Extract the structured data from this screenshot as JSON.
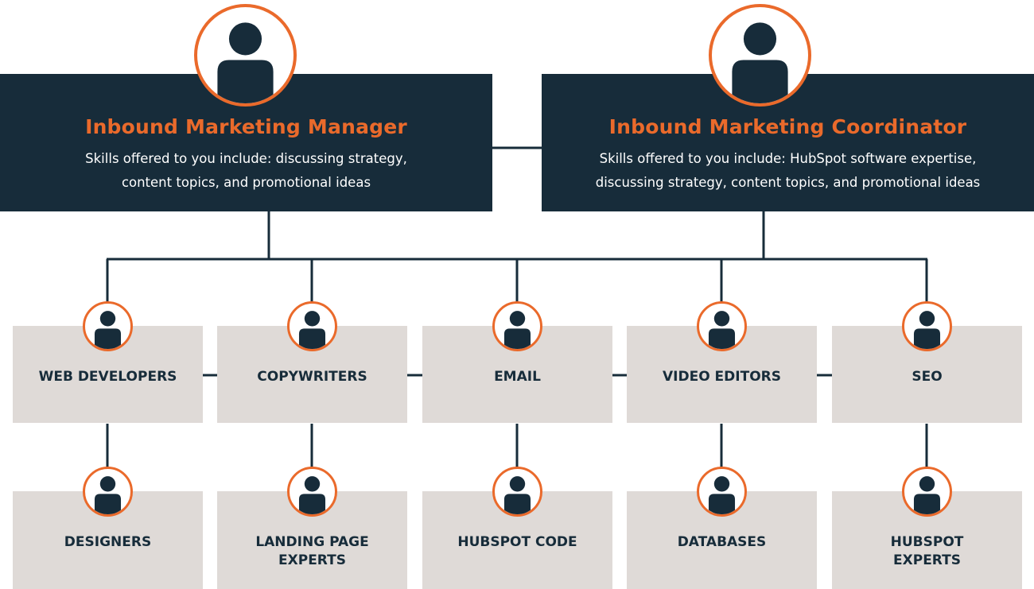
{
  "colors": {
    "navy": "#172c3a",
    "orange": "#ea6a2b",
    "team_box": "#dfdad7",
    "line": "#172c3a"
  },
  "icons": {
    "person": "person-icon"
  },
  "leaders": [
    {
      "title": "Inbound Marketing Manager",
      "desc_line1": "Skills offered to you include: discussing strategy,",
      "desc_line2": "content topics, and promotional ideas"
    },
    {
      "title": "Inbound Marketing Coordinator",
      "desc_line1": "Skills offered to you include: HubSpot software expertise,",
      "desc_line2": "discussing strategy, content topics, and promotional ideas"
    }
  ],
  "teams_top": [
    {
      "line1": "WEB DEVELOPERS"
    },
    {
      "line1": "COPYWRITERS"
    },
    {
      "line1": "EMAIL"
    },
    {
      "line1": "VIDEO EDITORS"
    },
    {
      "line1": "SEO"
    }
  ],
  "teams_bottom": [
    {
      "line1": "DESIGNERS",
      "line2": ""
    },
    {
      "line1": "LANDING PAGE",
      "line2": "EXPERTS"
    },
    {
      "line1": "HUBSPOT CODE",
      "line2": ""
    },
    {
      "line1": "DATABASES",
      "line2": ""
    },
    {
      "line1": "HUBSPOT",
      "line2": "EXPERTS"
    }
  ]
}
